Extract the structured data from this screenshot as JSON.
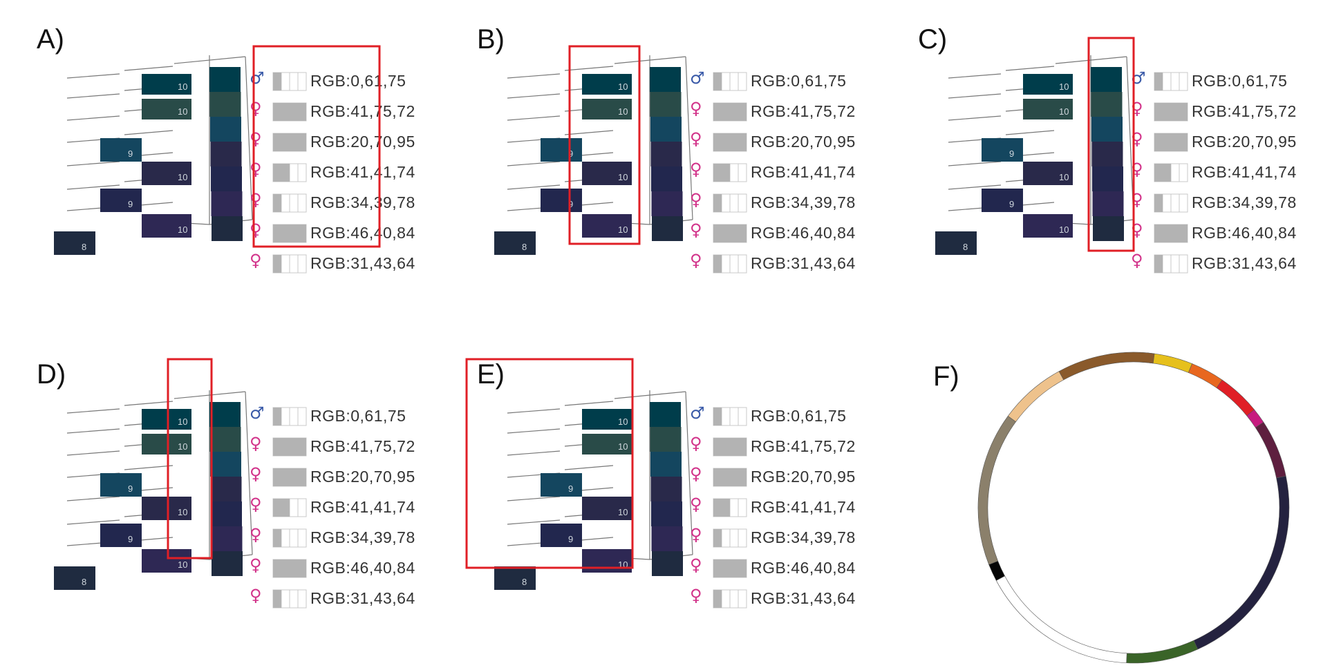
{
  "panels": [
    {
      "label": "A)",
      "highlight": "legend"
    },
    {
      "label": "B)",
      "highlight": "bars"
    },
    {
      "label": "C)",
      "highlight": "symbols"
    },
    {
      "label": "D)",
      "highlight": "strip"
    },
    {
      "label": "E)",
      "highlight": "tree"
    }
  ],
  "circle_label": "F)",
  "rows": [
    {
      "color": "#003d4b",
      "sex": "male",
      "symbol": "♂",
      "rgb": "RGB:0,61,75",
      "fill": 0.25
    },
    {
      "color": "#294b48",
      "sex": "female",
      "symbol": "♀",
      "rgb": "RGB:41,75,72",
      "fill": 1.0
    },
    {
      "color": "#14465f",
      "sex": "female",
      "symbol": "♀",
      "rgb": "RGB:20,70,95",
      "fill": 1.0
    },
    {
      "color": "#29294a",
      "sex": "female",
      "symbol": "♀",
      "rgb": "RGB:41,41,74",
      "fill": 0.5
    },
    {
      "color": "#22274e",
      "sex": "female",
      "symbol": "♀",
      "rgb": "RGB:34,39,78",
      "fill": 0.25
    },
    {
      "color": "#2e2854",
      "sex": "female",
      "symbol": "♀",
      "rgb": "RGB:46,40,84",
      "fill": 1.0
    },
    {
      "color": "#1f2b40",
      "sex": "female",
      "symbol": "♀",
      "rgb": "RGB:31,43,64",
      "fill": 0.25
    }
  ],
  "tree_blocks": [
    {
      "number": "10",
      "color": "#003d4b"
    },
    {
      "number": "10",
      "color": "#294b48"
    },
    {
      "number": "9",
      "color": "#14465f"
    },
    {
      "number": "10",
      "color": "#29294a"
    },
    {
      "number": "9",
      "color": "#22274e"
    },
    {
      "number": "10",
      "color": "#2e2854"
    },
    {
      "number": "8",
      "color": "#1f2b40"
    }
  ],
  "ring_segments": [
    {
      "color": "#e6c01c",
      "span": 0.055
    },
    {
      "color": "#e8671f",
      "span": 0.035
    },
    {
      "color": "#e01f26",
      "span": 0.045
    },
    {
      "color": "#c71a7f",
      "span": 0.016
    },
    {
      "color": "#5e1f3f",
      "span": 0.06
    },
    {
      "color": "#24223f",
      "span": 0.215
    },
    {
      "color": "#3a6428",
      "span": 0.075
    },
    {
      "color": "#ffffff",
      "span": 0.165
    },
    {
      "color": "#050505",
      "span": 0.018
    },
    {
      "color": "#8b806b",
      "span": 0.16
    },
    {
      "color": "#eec28c",
      "span": 0.07
    },
    {
      "color": "#8a5a2b",
      "span": 0.101
    }
  ],
  "colors": {
    "highlight": "#e01f26",
    "male": "#3a5aa8",
    "female": "#d2338a",
    "legend_fill": "#b3b3b3"
  }
}
